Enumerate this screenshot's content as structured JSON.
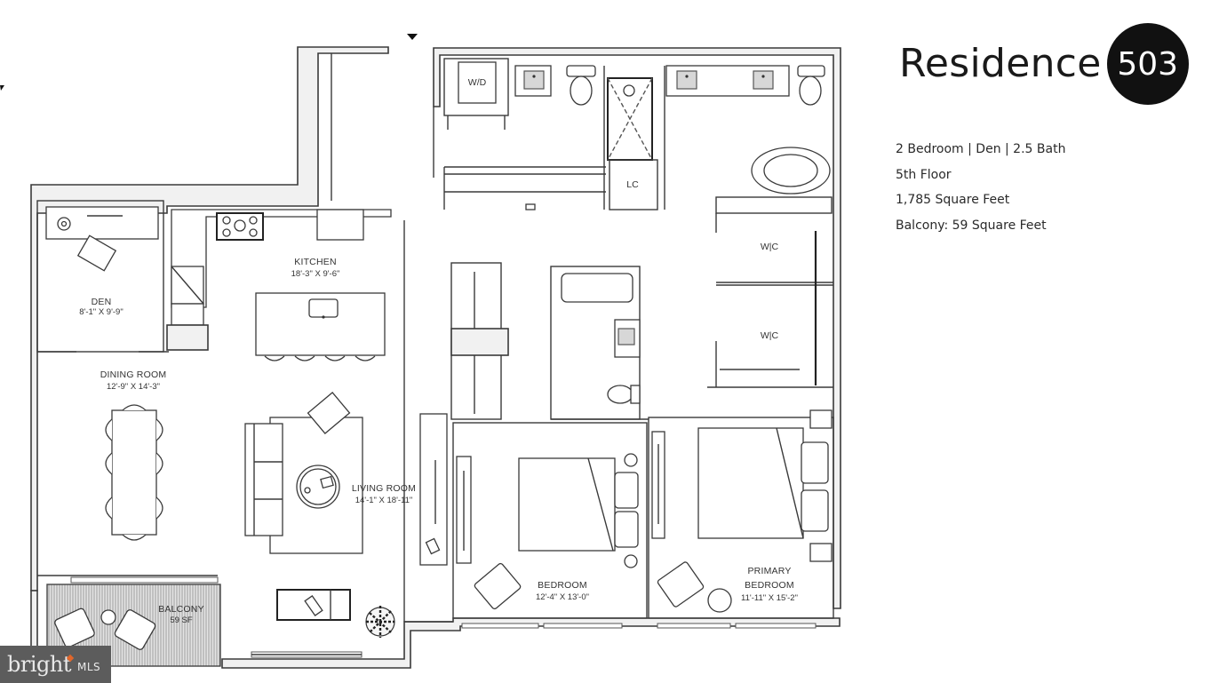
{
  "listing": {
    "title": "Residence",
    "unit_number": "503",
    "specs": [
      "2 Bedroom  |  Den  |  2.5 Bath",
      "5th Floor",
      "1,785 Square Feet",
      "Balcony: 59 Square Feet"
    ]
  },
  "rooms": {
    "den": {
      "name": "DEN",
      "dims": "8'-1\" X 9'-9\""
    },
    "kitchen": {
      "name": "KITCHEN",
      "dims": "18'-3\" X 9'-6\""
    },
    "dining": {
      "name": "DINING ROOM",
      "dims": "12'-9\" X 14'-3\""
    },
    "living": {
      "name": "LIVING ROOM",
      "dims": "14'-1\" X 18'-11\""
    },
    "bedroom": {
      "name": "BEDROOM",
      "dims": "12'-4\" X 13'-0\""
    },
    "primary": {
      "name_line1": "PRIMARY",
      "name_line2": "BEDROOM",
      "dims": "11'-11\" X 15'-2\""
    },
    "balcony": {
      "name": "BALCONY",
      "dims": "59 SF"
    }
  },
  "fixture_labels": {
    "washer_dryer": "W/D",
    "linen_closet": "LC",
    "walk_in_closet_1": "W|C",
    "walk_in_closet_2": "W|C"
  },
  "watermark": {
    "brand": "bright",
    "suffix": "MLS",
    "accent_color": "#e0662b"
  },
  "colors": {
    "wall_fill": "#f1f1f1",
    "line": "#3a3a3a",
    "badge": "#111111"
  }
}
